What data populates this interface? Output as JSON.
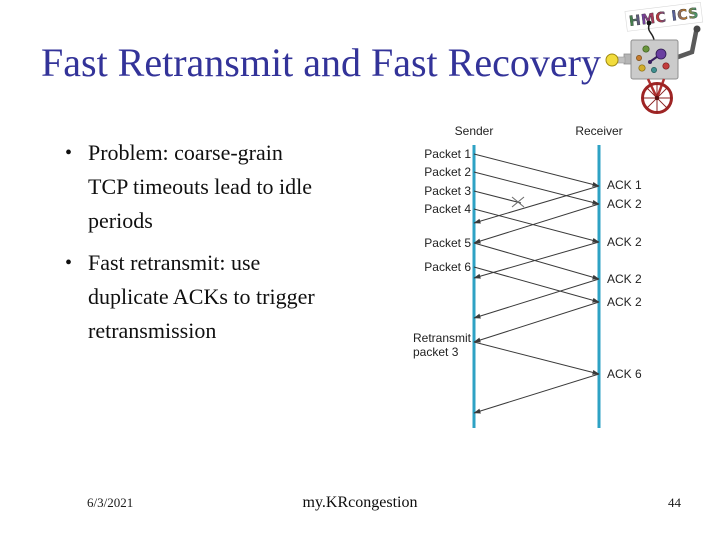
{
  "slide": {
    "title": "Fast Retransmit and Fast Recovery",
    "bullets": [
      {
        "lines": [
          "Problem: coarse-grain",
          "TCP timeouts lead to idle",
          "periods"
        ]
      },
      {
        "lines": [
          "Fast retransmit: use",
          "duplicate ACKs to trigger",
          "retransmission"
        ]
      }
    ],
    "footer": {
      "date": "6/3/2021",
      "deck_name": "my.KRcongestion",
      "slide_number": "44"
    }
  },
  "logo": {
    "banner_text": "HMC ICS"
  },
  "diagram": {
    "sender_label": "Sender",
    "receiver_label": "Receiver",
    "packet_labels": [
      "Packet 1",
      "Packet 2",
      "Packet 3",
      "Packet 4",
      "Packet 5",
      "Packet 6"
    ],
    "retransmit_label_line1": "Retransmit",
    "retransmit_label_line2": "packet 3",
    "ack_labels": [
      "ACK 1",
      "ACK 2",
      "ACK 2",
      "ACK 2",
      "ACK 2",
      "ACK 6"
    ],
    "colors": {
      "timeline": "#2ea2c4",
      "arrow": "#3a3a3a",
      "title": "#333399"
    }
  }
}
